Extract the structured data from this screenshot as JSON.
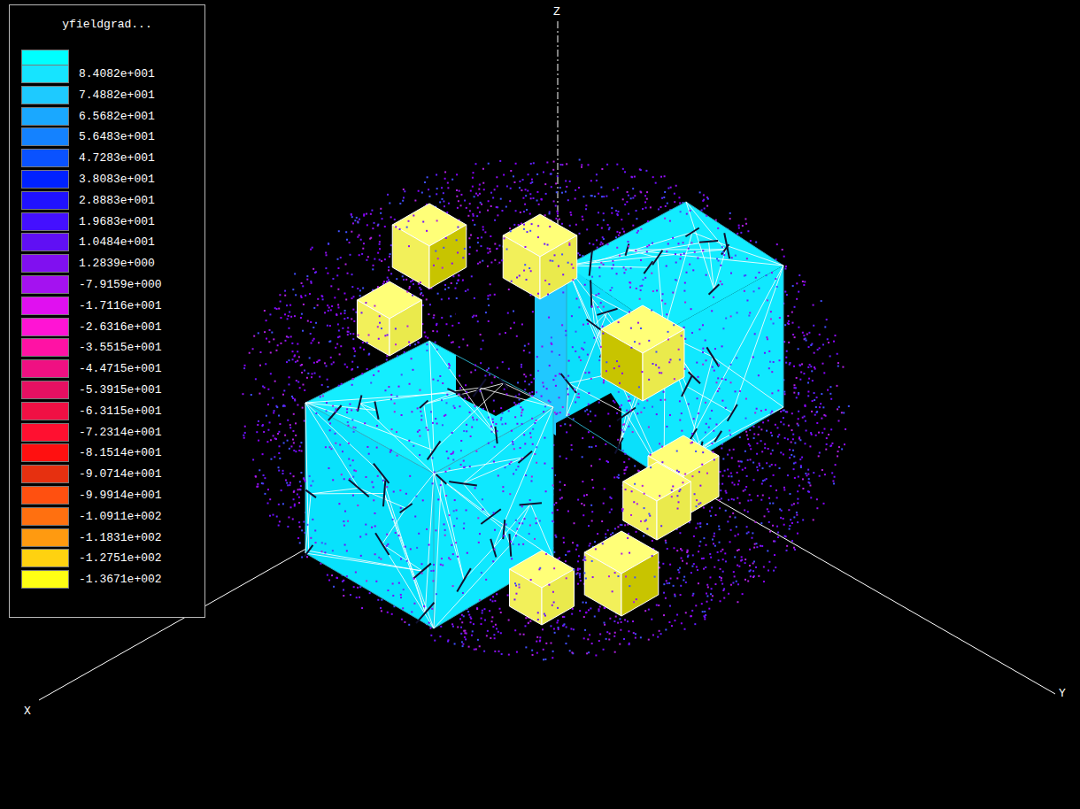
{
  "diagram": {
    "title": "yfieldgrad...",
    "labels": [
      "Z",
      "X",
      "Y"
    ],
    "legend": [
      {
        "text": "8.4082e+001",
        "color": "#16e4ff"
      },
      {
        "text": "7.4882e+001",
        "color": "#1ecaff"
      },
      {
        "text": "6.5682e+001",
        "color": "#1aa8ff"
      },
      {
        "text": "5.6483e+001",
        "color": "#1482ff"
      },
      {
        "text": "4.7283e+001",
        "color": "#0a52ff"
      },
      {
        "text": "3.8083e+001",
        "color": "#0022ff"
      },
      {
        "text": "2.8883e+001",
        "color": "#2012ff"
      },
      {
        "text": "1.9683e+001",
        "color": "#4410ff"
      },
      {
        "text": "1.0484e+001",
        "color": "#6010f4"
      },
      {
        "text": "1.2839e+000",
        "color": "#8010f0"
      },
      {
        "text": "-7.9159e+000",
        "color": "#a412f0"
      },
      {
        "text": "-1.7116e+001",
        "color": "#e010f0"
      },
      {
        "text": "-2.6316e+001",
        "color": "#ff14d4"
      },
      {
        "text": "-3.5515e+001",
        "color": "#ff12a4"
      },
      {
        "text": "-4.4715e+001",
        "color": "#f01082"
      },
      {
        "text": "-5.3915e+001",
        "color": "#e61062"
      },
      {
        "text": "-6.3115e+001",
        "color": "#f01044"
      },
      {
        "text": "-7.2314e+001",
        "color": "#ff1030"
      },
      {
        "text": "-8.1514e+001",
        "color": "#ff1010"
      },
      {
        "text": "-9.0714e+001",
        "color": "#e63010"
      },
      {
        "text": "-9.9914e+001",
        "color": "#ff5010"
      },
      {
        "text": "-1.0911e+002",
        "color": "#ff7010"
      },
      {
        "text": "-1.1831e+002",
        "color": "#ff9a10"
      },
      {
        "text": "-1.2751e+002",
        "color": "#ffd210"
      },
      {
        "text": "-1.3671e+002",
        "color": "#ffff14"
      }
    ]
  }
}
